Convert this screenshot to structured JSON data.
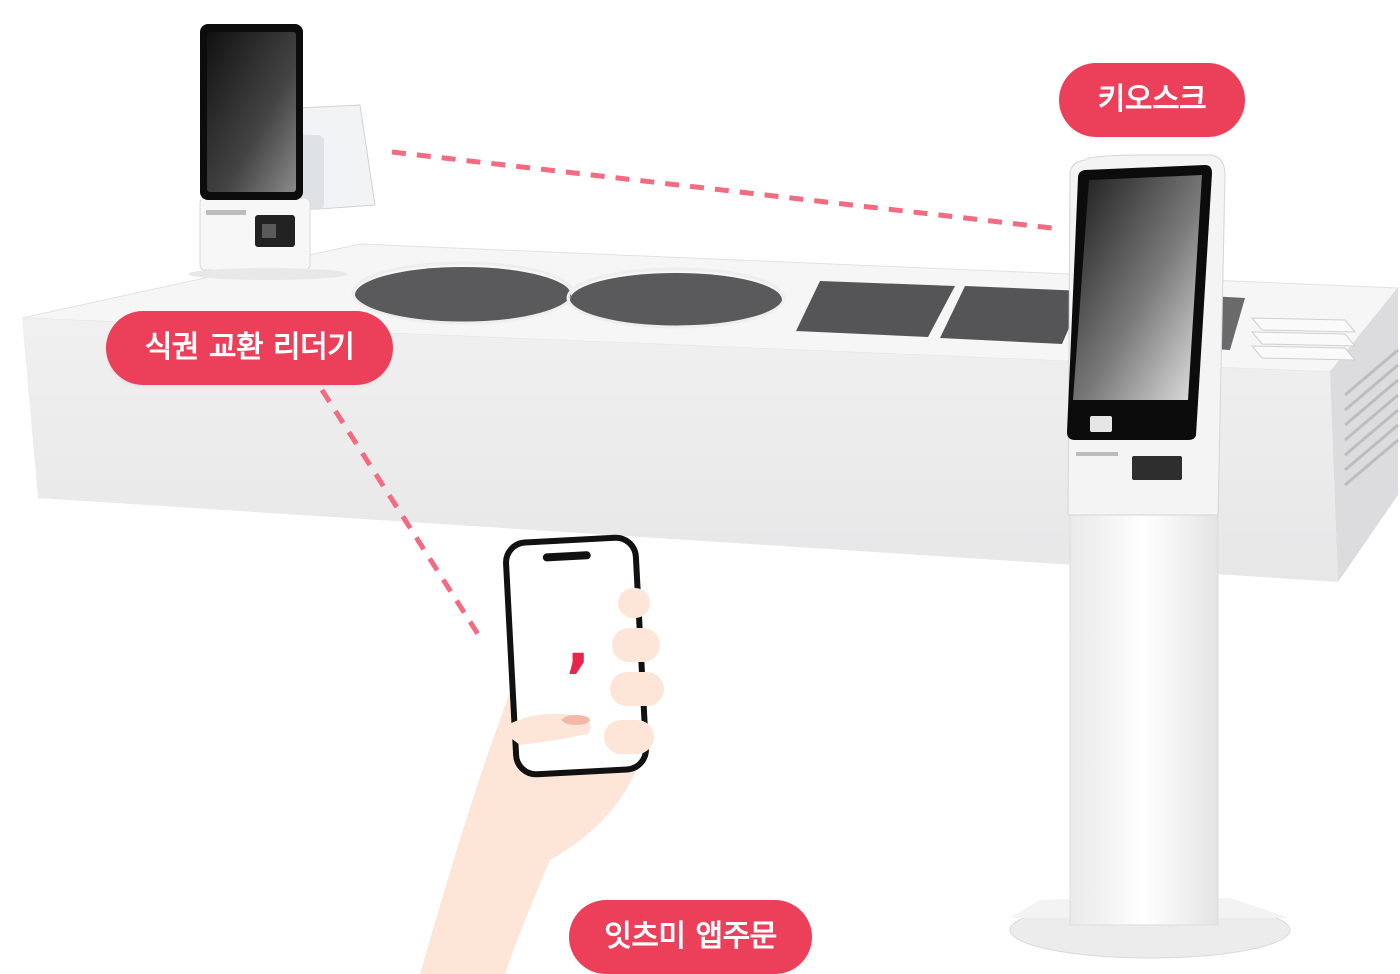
{
  "labels": {
    "kiosk": "키오스크",
    "meal_ticket_reader": "식권 교환 리더기",
    "eatsme_app_order": "잇츠미 앱주문"
  },
  "phone": {
    "app_mark": ","
  },
  "colors": {
    "accent": "#ec3f5a",
    "dashed_line": "#f26b80",
    "counter": "#f2f2f3",
    "counter_side": "#dcdcde",
    "skin": "#fde6d8"
  },
  "icons": {
    "kiosk": "standing-kiosk-illustration",
    "reader": "tabletop-ticket-reader-illustration",
    "phone": "smartphone-in-hand-illustration"
  }
}
